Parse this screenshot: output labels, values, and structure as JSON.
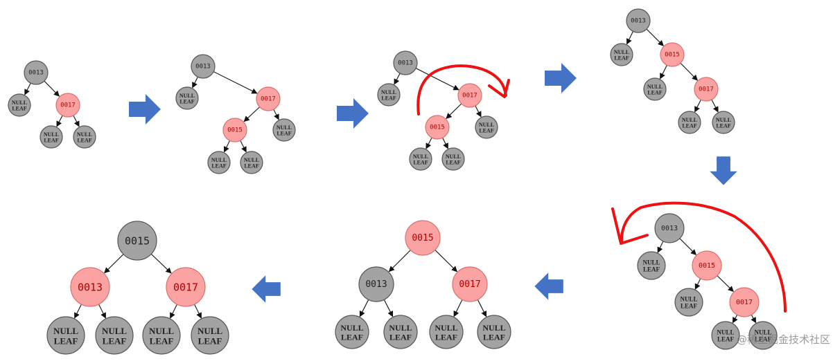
{
  "diagram": {
    "colors": {
      "black_node": "#a3a3a3",
      "red_node": "#fba3a3",
      "stroke": "#555555",
      "arrow": "#4472c4",
      "annotation": "#ee1111"
    },
    "leaf_label": "NULL\nLEAF",
    "steps": [
      {
        "id": "step-1",
        "nodes": [
          {
            "key": "0013",
            "color": "black"
          },
          {
            "key": "0017",
            "color": "red"
          }
        ]
      },
      {
        "id": "step-2",
        "nodes": [
          {
            "key": "0013",
            "color": "black"
          },
          {
            "key": "0017",
            "color": "red"
          },
          {
            "key": "0015",
            "color": "red"
          }
        ]
      },
      {
        "id": "step-3",
        "annotation": "right-rotation",
        "nodes": [
          {
            "key": "0013",
            "color": "black"
          },
          {
            "key": "0017",
            "color": "red"
          },
          {
            "key": "0015",
            "color": "red"
          }
        ]
      },
      {
        "id": "step-4",
        "nodes": [
          {
            "key": "0013",
            "color": "black"
          },
          {
            "key": "0015",
            "color": "red"
          },
          {
            "key": "0017",
            "color": "red"
          }
        ]
      },
      {
        "id": "step-5",
        "annotation": "left-rotation",
        "nodes": [
          {
            "key": "0013",
            "color": "black"
          },
          {
            "key": "0015",
            "color": "red"
          },
          {
            "key": "0017",
            "color": "red"
          }
        ]
      },
      {
        "id": "step-6",
        "nodes": [
          {
            "key": "0015",
            "color": "red"
          },
          {
            "key": "0013",
            "color": "black"
          },
          {
            "key": "0017",
            "color": "red"
          }
        ]
      },
      {
        "id": "step-7",
        "nodes": [
          {
            "key": "0015",
            "color": "black"
          },
          {
            "key": "0013",
            "color": "red"
          },
          {
            "key": "0017",
            "color": "red"
          }
        ]
      }
    ]
  },
  "watermark": "@稀土掘金技术社区"
}
